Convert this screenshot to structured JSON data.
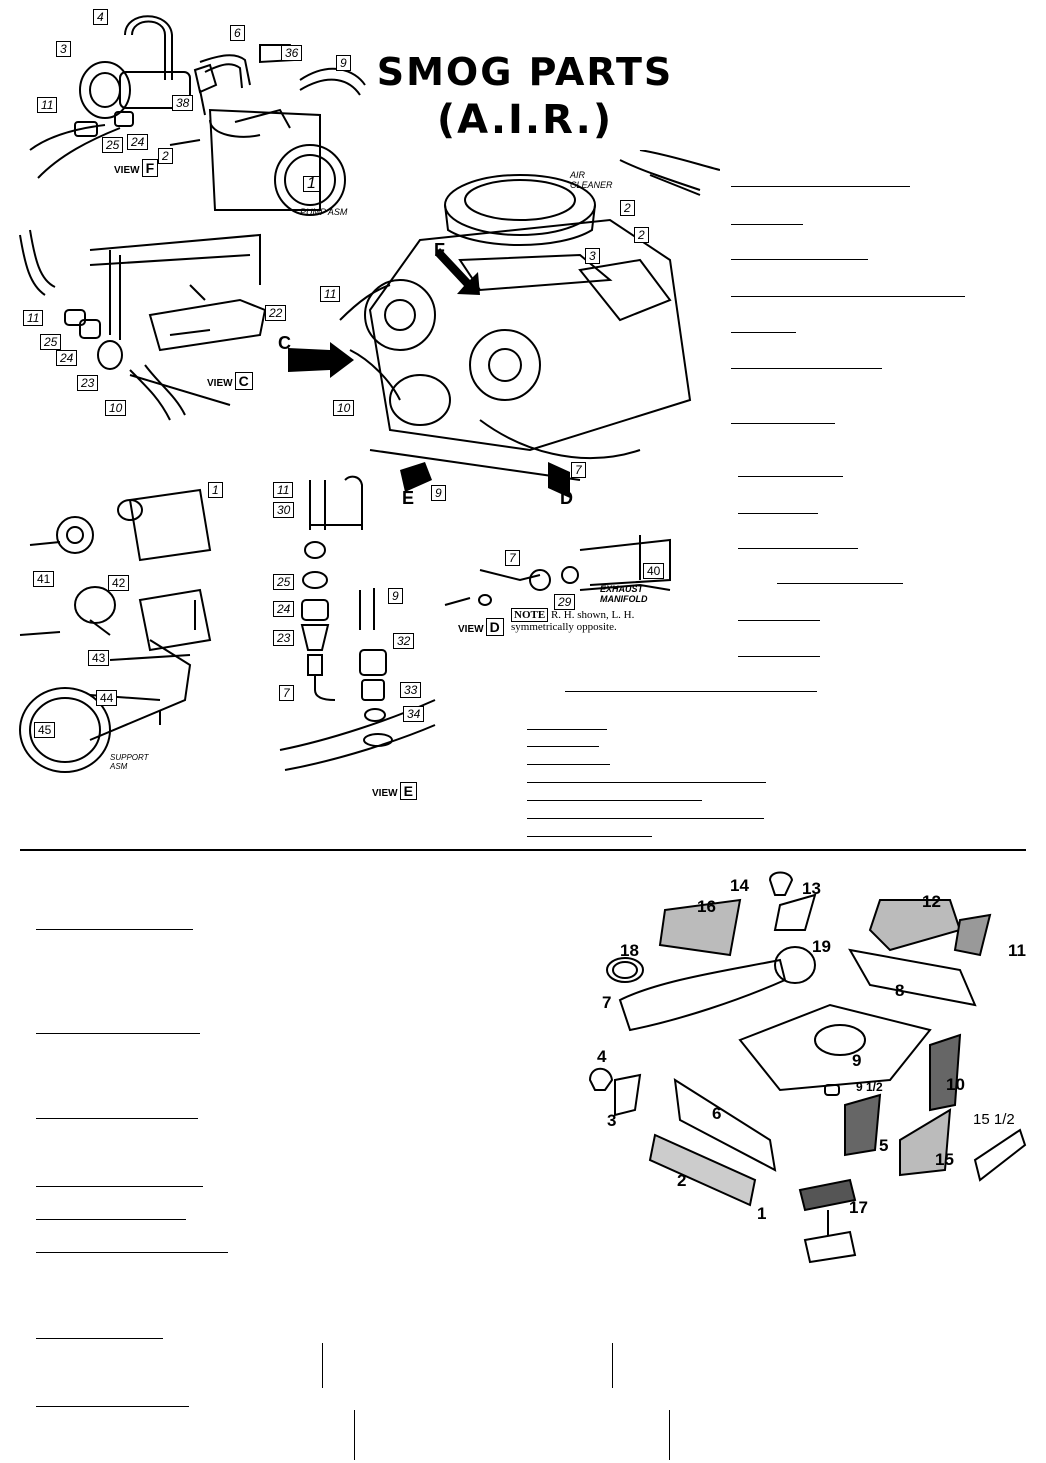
{
  "title": {
    "line1": "SMOG   PARTS",
    "line2": "(A.I.R.)"
  },
  "labels": {
    "air_cleaner": "AIR\nCLEANER",
    "pump_asm": "PUMP ASM",
    "support_asm": "SUPPORT\nASM",
    "exhaust_manifold": "EXHAUST\nMANIFOLD"
  },
  "note": {
    "tag": "NOTE",
    "text": "R. H. shown, L. H.\nsymmetrically opposite."
  },
  "views": {
    "view_word": "VIEW",
    "f": "F",
    "c": "C",
    "d": "D",
    "e": "E"
  },
  "arrows": {
    "c": "C",
    "d": "D",
    "e": "E",
    "f": "F"
  },
  "callouts_top": [
    "4",
    "6",
    "36",
    "9",
    "3",
    "11",
    "38",
    "25",
    "24",
    "2",
    "1",
    "2",
    "2",
    "3",
    "11",
    "10",
    "7",
    "9",
    "22",
    "11",
    "25",
    "24",
    "23",
    "10",
    "1",
    "11",
    "30",
    "25",
    "24",
    "23",
    "7",
    "9",
    "32",
    "33",
    "34",
    "41",
    "42",
    "43",
    "44",
    "45",
    "7",
    "29",
    "40"
  ],
  "callouts_bottom": [
    "14",
    "13",
    "16",
    "12",
    "11",
    "18",
    "19",
    "8",
    "7",
    "4",
    "9",
    "9 1/2",
    "10",
    "3",
    "6",
    "5",
    "15",
    "15 1/2",
    "2",
    "17",
    "1"
  ],
  "colors": {
    "ink": "#000000",
    "paper": "#ffffff"
  }
}
